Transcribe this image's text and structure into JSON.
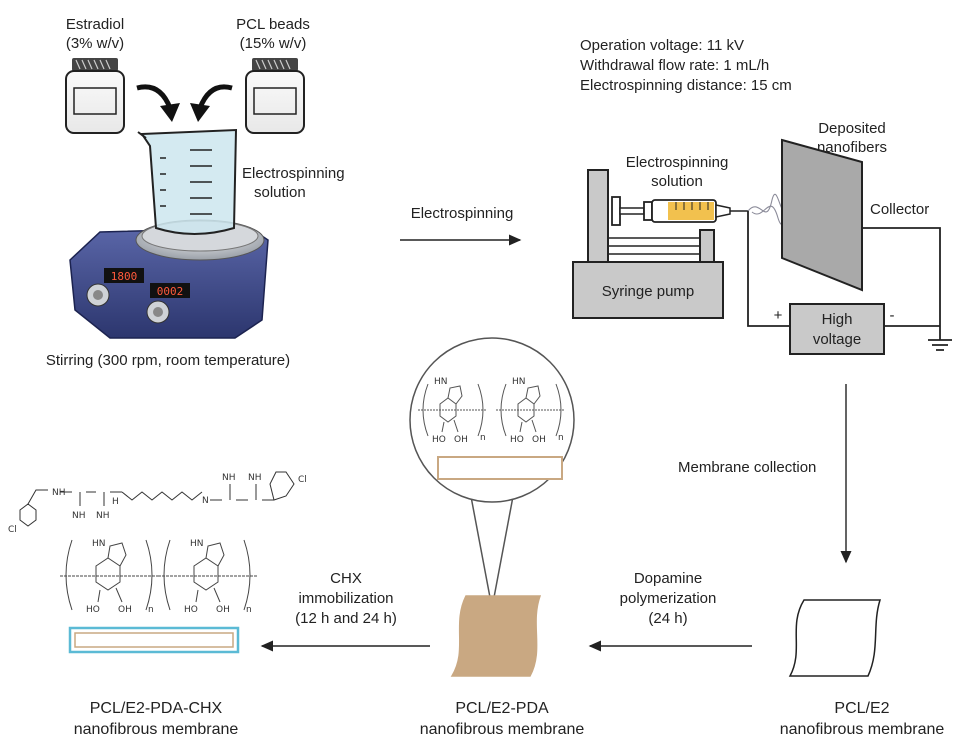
{
  "reagents": {
    "estradiol": {
      "name": "Estradiol",
      "conc": "(3% w/v)"
    },
    "pcl": {
      "name": "PCL beads",
      "conc": "(15% w/v)"
    }
  },
  "stirrer": {
    "left_display": "1800",
    "right_display": "0002",
    "solution_label": [
      "Electrospinning",
      "solution"
    ],
    "caption": "Stirring (300 rpm, room temperature)"
  },
  "arrows": {
    "electrospinning": "Electrospinning",
    "membrane_collection": "Membrane collection",
    "dopamine": [
      "Dopamine",
      "polymerization",
      "(24 h)"
    ],
    "chx": [
      "CHX",
      "immobilization",
      "(12 h and 24 h)"
    ]
  },
  "setup": {
    "params": [
      "Operation voltage: 11 kV",
      "Withdrawal flow rate: 1 mL/h",
      "Electrospinning distance: 15 cm"
    ],
    "syringe_label": [
      "Electrospinning",
      "solution"
    ],
    "deposited_label": [
      "Deposited",
      "nanofibers"
    ],
    "collector": "Collector",
    "syringe_pump": "Syringe pump",
    "high_voltage": [
      "High",
      "voltage"
    ],
    "plus": "+",
    "minus": "-"
  },
  "membranes": {
    "pcl_e2": [
      "PCL/E2",
      "nanofibrous membrane"
    ],
    "pda": [
      "PCL/E2-PDA",
      "nanofibrous membrane"
    ],
    "chx": [
      "PCL/E2-PDA-CHX",
      "nanofibrous membrane"
    ]
  },
  "chem": {
    "hn": "HN",
    "ho": "HO",
    "oh": "OH",
    "n_sub": "n",
    "cl": "Cl",
    "nh": "NH",
    "h": "H",
    "n": "N"
  },
  "colors": {
    "pda_fill": "#c9a882",
    "chx_rect": "#5bbad5",
    "syringe_fluid": "#f2c14e",
    "stirrer_body": "#3d4a8a"
  }
}
